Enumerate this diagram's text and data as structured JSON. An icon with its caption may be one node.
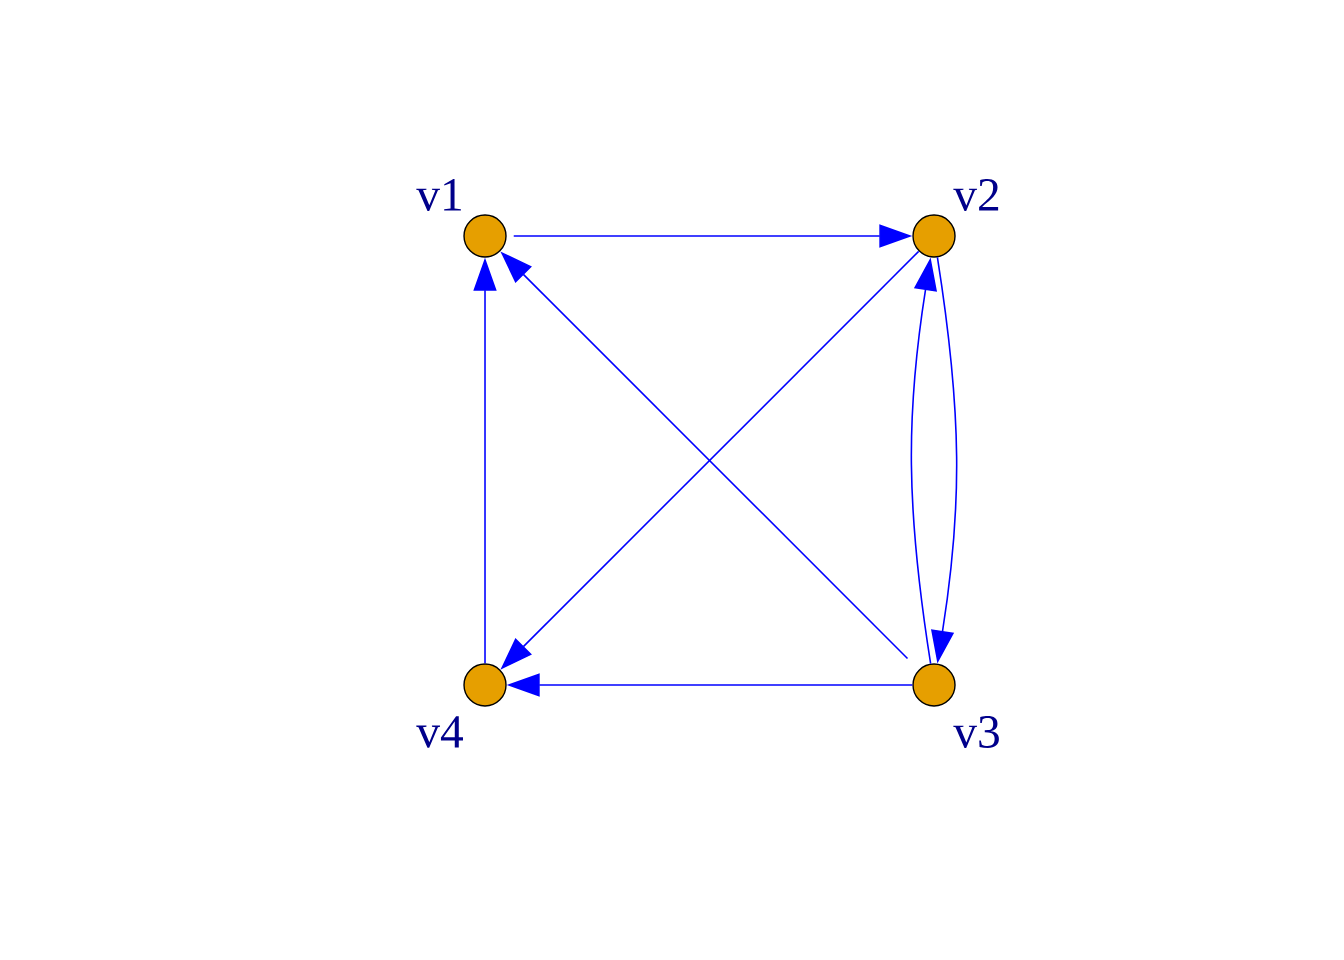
{
  "diagram": {
    "nodes": [
      {
        "text": [],
        "shape": "circle",
        "beside": [
          "v1"
        ]
      },
      {
        "text": [],
        "shape": "circle",
        "beside": [
          "v2"
        ]
      },
      {
        "text": [],
        "shape": "circle",
        "beside": [
          "v4"
        ]
      },
      {
        "text": [],
        "shape": "circle",
        "beside": [
          "v3"
        ]
      }
    ],
    "edges": [
      {
        "from": 0,
        "to": 1,
        "arrow": "to"
      },
      {
        "from": 1,
        "to": 2,
        "arrow": "to"
      },
      {
        "from": 3,
        "to": 0,
        "arrow": "to"
      },
      {
        "from": 2,
        "to": 0,
        "arrow": "to"
      },
      {
        "from": 3,
        "to": 2,
        "arrow": "to"
      },
      {
        "from": 3,
        "to": 1,
        "arrow": "to"
      },
      {
        "from": 1,
        "to": 3,
        "arrow": "to"
      }
    ]
  }
}
